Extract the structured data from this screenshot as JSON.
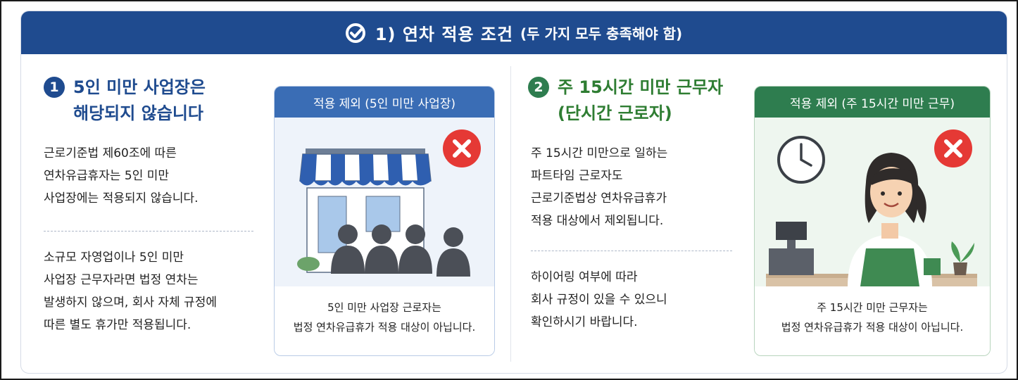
{
  "banner": {
    "title": "1) 연차 적용 조건",
    "subtitle": "(두 가지 모두 충족해야 함)",
    "icon": "check-circle-icon"
  },
  "left": {
    "number": "1",
    "heading": [
      "5인 미만 사업장은",
      "해당되지 않습니다"
    ],
    "para1": [
      "근로기준법 제60조에 따른",
      "연차유급휴자는 5인 미만",
      "사업장에는 적용되지 않습니다."
    ],
    "para2": [
      "소규모 자영업이나 5인 미만",
      "사업장 근무자라면 법정 연차는",
      "발생하지 않으며, 회사 자체 규정에",
      "따른 별도 휴가만 적용됩니다."
    ],
    "panel": {
      "header": "적용 제외 (5인 미만 사업장)",
      "caption": [
        "5인 미만 사업장 근로자는",
        "법정 연차유급휴가 적용 대상이 아닙니다."
      ],
      "image": "store-with-people-illustration",
      "mark": "x-icon"
    }
  },
  "right": {
    "number": "2",
    "heading": [
      "주 15시간 미만 근무자",
      "(단시간 근로자)"
    ],
    "para1": [
      "주 15시간 미만으로 일하는",
      "파트타임 근로자도",
      "근로기준법상 연차유급휴가",
      "적용 대상에서 제외됩니다."
    ],
    "para2": [
      "하이어링 여부에 따라",
      "회사 규정이 있을 수 있으니",
      "확인하시기 바랍니다."
    ],
    "panel": {
      "header": "적용 제외 (주 15시간 미만 근무)",
      "caption": [
        "주 15시간 미만 근무자는",
        "법정 연차유급휴가 적용 대상이 아닙니다."
      ],
      "image": "cashier-with-clock-illustration",
      "mark": "x-icon"
    }
  },
  "colors": {
    "navy": "#1f4b8f",
    "blue_text": "#1f4b8f",
    "green": "#2e7d4f",
    "green_text": "#2e7d32",
    "red": "#e53935",
    "panel_blue_bg": "#eef3fa",
    "panel_green_bg": "#eef6ef"
  }
}
